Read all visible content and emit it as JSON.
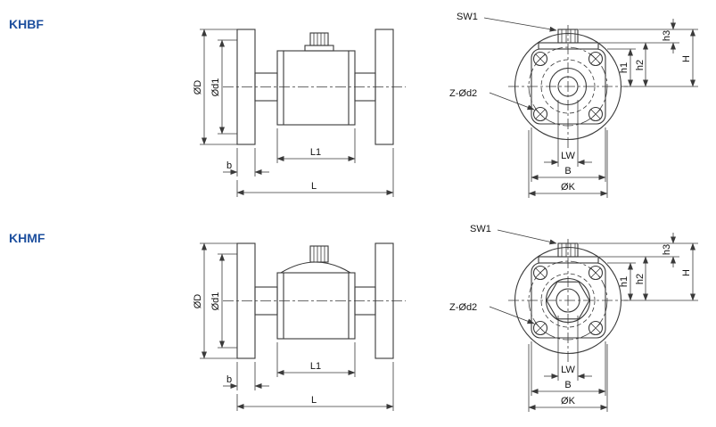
{
  "colors": {
    "title_blue": "#1d4f9e",
    "line": "#3a3a3a"
  },
  "rows": [
    {
      "title": "KHBF",
      "labels": {
        "OD": "ØD",
        "Od1": "Ød1",
        "L1": "L1",
        "b": "b",
        "L": "L",
        "SW1": "SW1",
        "ZOd2": "Z-Ød2",
        "h1": "h1",
        "h2": "h2",
        "h3": "h3",
        "H": "H",
        "LW": "LW",
        "B": "B",
        "OK": "ØK"
      }
    },
    {
      "title": "KHMF",
      "labels": {
        "OD": "ØD",
        "Od1": "Ød1",
        "L1": "L1",
        "b": "b",
        "L": "L",
        "SW1": "SW1",
        "ZOd2": "Z-Ød2",
        "h1": "h1",
        "h2": "h2",
        "h3": "h3",
        "H": "H",
        "LW": "LW",
        "B": "B",
        "OK": "ØK"
      }
    }
  ]
}
